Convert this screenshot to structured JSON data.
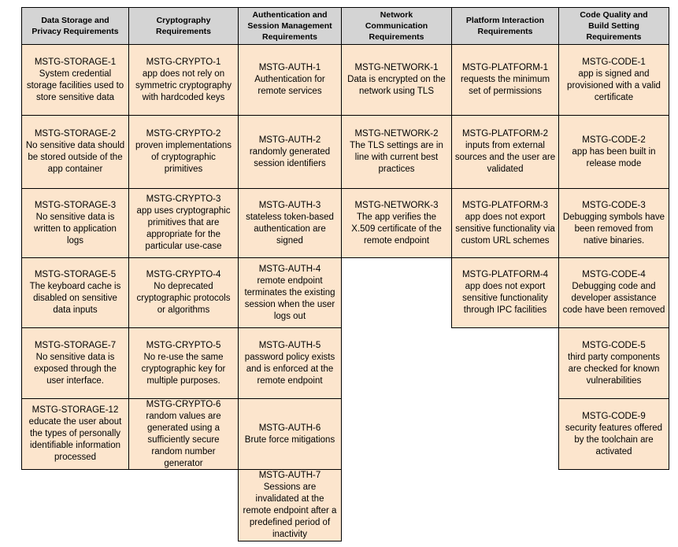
{
  "colors": {
    "header_bg": "#d4d4d4",
    "cell_bg": "#fce5cd",
    "border": "#000000",
    "text": "#000000",
    "page_bg": "#ffffff"
  },
  "table": {
    "columns": [
      {
        "id": "storage",
        "header": "Data Storage and\nPrivacy Requirements",
        "cells": [
          {
            "code": "MSTG-STORAGE-1",
            "text": "System credential storage facilities used to store sensitive data"
          },
          {
            "code": "MSTG-STORAGE-2",
            "text": "No sensitive data should be stored outside of the app container"
          },
          {
            "code": "MSTG-STORAGE-3",
            "text": "No sensitive data is written to application logs"
          },
          {
            "code": "MSTG-STORAGE-5",
            "text": "The keyboard cache is disabled on sensitive data inputs"
          },
          {
            "code": "MSTG-STORAGE-7",
            "text": "No sensitive data is exposed through the user interface."
          },
          {
            "code": "MSTG-STORAGE-12",
            "text": "educate the user about the types of personally identifiable information processed"
          }
        ]
      },
      {
        "id": "crypto",
        "header": "Cryptography\nRequirements",
        "cells": [
          {
            "code": "MSTG-CRYPTO-1",
            "text": "app does not rely on symmetric cryptography with hardcoded keys"
          },
          {
            "code": "MSTG-CRYPTO-2",
            "text": "proven implementations of cryptographic primitives"
          },
          {
            "code": "MSTG-CRYPTO-3",
            "text": "app uses cryptographic primitives that are appropriate for the particular use-case"
          },
          {
            "code": "MSTG-CRYPTO-4",
            "text": "No deprecated cryptographic protocols or algorithms"
          },
          {
            "code": "MSTG-CRYPTO-5",
            "text": "No re-use the same cryptographic key for multiple purposes."
          },
          {
            "code": "MSTG-CRYPTO-6",
            "text": "random values are generated using a sufficiently secure random number generator"
          }
        ]
      },
      {
        "id": "auth",
        "header": "Authentication and\nSession Management\nRequirements",
        "cells": [
          {
            "code": "MSTG-AUTH-1",
            "text": "Authentication for remote services"
          },
          {
            "code": "MSTG-AUTH-2",
            "text": "randomly generated session identifiers"
          },
          {
            "code": "MSTG-AUTH-3",
            "text": "stateless token-based authentication are signed"
          },
          {
            "code": "MSTG-AUTH-4",
            "text": "remote endpoint terminates the existing session when the user logs out"
          },
          {
            "code": "MSTG-AUTH-5",
            "text": "password policy exists and is enforced at the remote endpoint"
          },
          {
            "code": "MSTG-AUTH-6",
            "text": "Brute force mitigations"
          },
          {
            "code": "MSTG-AUTH-7",
            "text": "Sessions are invalidated at the remote endpoint after a predefined period of inactivity"
          }
        ]
      },
      {
        "id": "network",
        "header": "Network\nCommunication\nRequirements",
        "cells": [
          {
            "code": "MSTG-NETWORK-1",
            "text": "Data is encrypted on the network using TLS"
          },
          {
            "code": "MSTG-NETWORK-2",
            "text": "The TLS settings are in line with current best practices"
          },
          {
            "code": "MSTG-NETWORK-3",
            "text": "The app verifies the X.509 certificate of the remote endpoint"
          }
        ]
      },
      {
        "id": "platform",
        "header": "Platform Interaction\nRequirements",
        "cells": [
          {
            "code": "MSTG-PLATFORM-1",
            "text": "requests the minimum set of permissions"
          },
          {
            "code": "MSTG-PLATFORM-2",
            "text": "inputs from external sources and the user are validated"
          },
          {
            "code": "MSTG-PLATFORM-3",
            "text": "app does not export sensitive functionality via custom URL schemes"
          },
          {
            "code": "MSTG-PLATFORM-4",
            "text": "app does not export sensitive functionality through IPC facilities"
          }
        ]
      },
      {
        "id": "code",
        "header": "Code Quality and\nBuild Setting\nRequirements",
        "cells": [
          {
            "code": "MSTG-CODE-1",
            "text": "app is signed and provisioned with a valid certificate"
          },
          {
            "code": "MSTG-CODE-2",
            "text": "app has been built in release mode"
          },
          {
            "code": "MSTG-CODE-3",
            "text": "Debugging symbols have been removed from native binaries."
          },
          {
            "code": "MSTG-CODE-4",
            "text": "Debugging code and developer assistance code have been removed"
          },
          {
            "code": "MSTG-CODE-5",
            "text": "third party components are checked for known vulnerabilities"
          },
          {
            "code": "MSTG-CODE-9",
            "text": "security features offered by the toolchain are activated"
          }
        ]
      }
    ]
  }
}
